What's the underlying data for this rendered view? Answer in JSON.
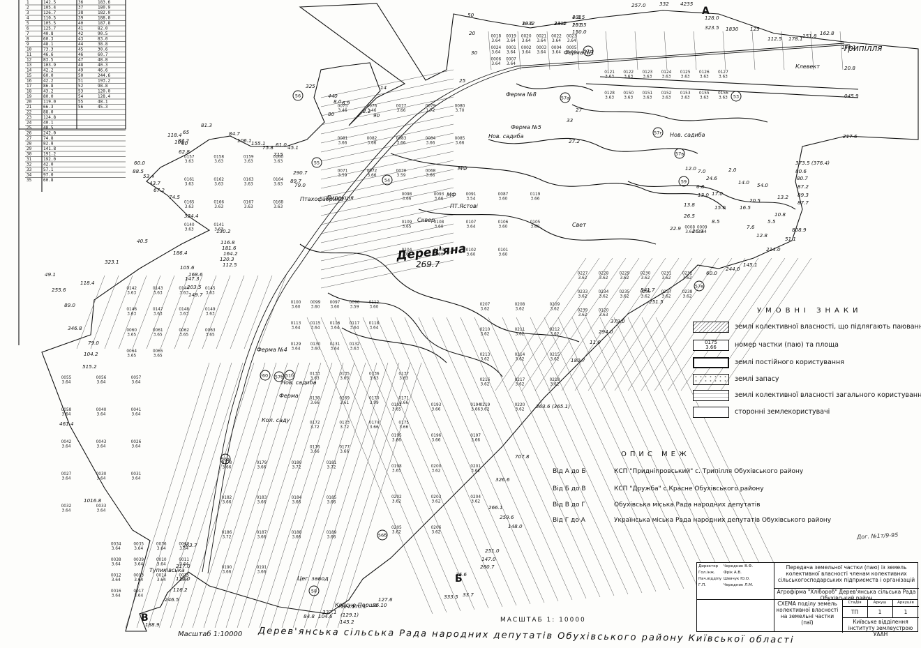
{
  "colors": {
    "ink": "#111111",
    "paper": "#fdfdfb"
  },
  "title": {
    "village": "Дерев'яна",
    "village_elev": "269.7",
    "footer": "Дерев'янська сільська Рада народних депутатів Обухівського району Київської області",
    "footer_scale": "Масштаб 1:10000",
    "scale": "МАСШТАБ 1: 10000",
    "triplia": "Трипілля"
  },
  "corners": {
    "a": "А",
    "b": "Б",
    "v": "В"
  },
  "legend": {
    "title": "УМОВНІ ЗНАКИ",
    "items": [
      "землі колективної власності, що підлягають паюванню",
      "номер частки (паю) та площа",
      "землі постійного користування",
      "землі запасу",
      "землі колективної власності загального користування",
      "сторонні землекористувачі"
    ],
    "sample_number": "0175",
    "sample_area": "3.66"
  },
  "boundaries": {
    "title": "ОПИС МЕЖ",
    "items": [
      {
        "from": "Від А до Б",
        "text": "КСП \"Придніпровський\" с. Трипілля Обухівського району"
      },
      {
        "from": "Від Б до В",
        "text": "КСП \"Дружба\" с.Красне Обухівського району"
      },
      {
        "from": "Від В до Г",
        "text": "Обухівська міська Рада народних депутатів"
      },
      {
        "from": "Від Г до А",
        "text": "Українська міська Рада народних депутатів Обухівського району"
      }
    ]
  },
  "title_block": {
    "main": "Передача земельної частки (паю) із земель колективної власності членам колективних сільськогосподарських підприємств і організацій",
    "org": "Агрофірма \"Хлібороб\" Дерев'янська сільська Рада Обухівський район",
    "scheme": "СХЕМА поділу земель колективної власності на земельні частки (паї)",
    "stage_h": "Стадія",
    "sheet_h": "Аркуш",
    "sheets_h": "Аркушів",
    "stage": "ТП",
    "sheet": "1",
    "sheets": "1",
    "institute": "Київське відділення інституту землеустрою УААН",
    "roles": [
      "Директор",
      "Гол.інж.",
      "Нач.відділу",
      "Г.П."
    ],
    "names": [
      "Чередник В.Ф.",
      "Фрік А.В.",
      "Шевчук Ю.О.",
      "Чередник Л.М."
    ]
  },
  "stamp": "Дог. №1т/9-95",
  "table_values": [
    "142.5",
    "105.4",
    "126.7",
    "110.5",
    "105.5",
    "125.7",
    "40.8",
    "60.3",
    "48.1",
    "73.3",
    "46.6",
    "83.5",
    "103.9",
    "42.2",
    "60.0",
    "42.2",
    "86.8",
    "43.2",
    "80.0",
    "119.0",
    "66.3",
    "88.0",
    "124.8",
    "40.1",
    "48.5",
    "242.0",
    "74.8",
    "82.8",
    "141.8",
    "191.2",
    "192.0",
    "42.0",
    "57.1",
    "97.0",
    "60.8"
  ],
  "table_values_b": [
    "183.6",
    "180.9",
    "182.0",
    "188.0",
    "187.8",
    "82.0",
    "90.5",
    "83.0",
    "38.8",
    "30.6",
    "60.7",
    "48.8",
    "40.3",
    "46.6",
    "244.6",
    "193.2",
    "98.8",
    "120.0",
    "128.4",
    "48.1",
    "45.3",
    "",
    "",
    "",
    "",
    "",
    "",
    "",
    "",
    "",
    "",
    "",
    "",
    "",
    ""
  ],
  "parcels": [
    {
      "n": "0075",
      "a": "3.46"
    },
    {
      "n": "0076",
      "a": "3.46"
    },
    {
      "n": "0077",
      "a": "3.66"
    },
    {
      "n": "0079",
      "a": "1.72"
    },
    {
      "n": "0080",
      "a": "3.70"
    },
    {
      "n": "0081",
      "a": "3.66"
    },
    {
      "n": "0082",
      "a": "3.66"
    },
    {
      "n": "0083",
      "a": "3.66"
    },
    {
      "n": "0084",
      "a": "3.66"
    },
    {
      "n": "0085",
      "a": "3.66"
    },
    {
      "n": "0071",
      "a": "3.59"
    },
    {
      "n": "0072",
      "a": "3.66"
    },
    {
      "n": "0070",
      "a": "3.59"
    },
    {
      "n": "0068",
      "a": "3.66"
    },
    {
      "n": "0098",
      "a": "3.66"
    },
    {
      "n": "0093",
      "a": "3.66"
    },
    {
      "n": "0091",
      "a": "3.54"
    },
    {
      "n": "0087",
      "a": "3.60"
    },
    {
      "n": "0119",
      "a": "3.66"
    },
    {
      "n": "0109",
      "a": "3.65"
    },
    {
      "n": "0108",
      "a": "3.60"
    },
    {
      "n": "0107",
      "a": "3.64"
    },
    {
      "n": "0106",
      "a": "3.60"
    },
    {
      "n": "0105",
      "a": "3.60"
    },
    {
      "n": "0104",
      "a": "3.66"
    },
    {
      "n": "0103",
      "a": "3.60"
    },
    {
      "n": "0102",
      "a": "3.60"
    },
    {
      "n": "0101",
      "a": "3.60"
    },
    {
      "n": "0100",
      "a": "3.60"
    },
    {
      "n": "0099",
      "a": "3.60"
    },
    {
      "n": "0097",
      "a": "3.60"
    },
    {
      "n": "0096",
      "a": "3.59"
    },
    {
      "n": "0112",
      "a": "3.60"
    },
    {
      "n": "0113",
      "a": "3.64"
    },
    {
      "n": "0115",
      "a": "3.64"
    },
    {
      "n": "0116",
      "a": "3.64"
    },
    {
      "n": "0117",
      "a": "3.64"
    },
    {
      "n": "0118",
      "a": "3.64"
    },
    {
      "n": "0129",
      "a": "3.64"
    },
    {
      "n": "0130",
      "a": "3.60"
    },
    {
      "n": "0131",
      "a": "3.64"
    },
    {
      "n": "0132",
      "a": "3.63"
    },
    {
      "n": "0133",
      "a": "3.63"
    },
    {
      "n": "0135",
      "a": "3.63"
    },
    {
      "n": "0136",
      "a": "3.63"
    },
    {
      "n": "0137",
      "a": "3.63"
    },
    {
      "n": "0138",
      "a": "3.66"
    },
    {
      "n": "0169",
      "a": "3.61"
    },
    {
      "n": "0170",
      "a": "3.99"
    },
    {
      "n": "0171",
      "a": "3.66"
    },
    {
      "n": "0172",
      "a": "3.72"
    },
    {
      "n": "0173",
      "a": "3.72"
    },
    {
      "n": "0174",
      "a": "3.66"
    },
    {
      "n": "0175",
      "a": "3.66"
    },
    {
      "n": "0176",
      "a": "3.66"
    },
    {
      "n": "0177",
      "a": "3.66"
    },
    {
      "n": "0178",
      "a": "3.66"
    },
    {
      "n": "0179",
      "a": "3.66"
    },
    {
      "n": "0180",
      "a": "3.72"
    },
    {
      "n": "0181",
      "a": "3.72"
    },
    {
      "n": "0182",
      "a": "3.66"
    },
    {
      "n": "0183",
      "a": "3.66"
    },
    {
      "n": "0184",
      "a": "3.66"
    },
    {
      "n": "0185",
      "a": "3.66"
    },
    {
      "n": "0186",
      "a": "3.72"
    },
    {
      "n": "0187",
      "a": "3.66"
    },
    {
      "n": "0188",
      "a": "3.66"
    },
    {
      "n": "0189",
      "a": "3.66"
    },
    {
      "n": "0190",
      "a": "3.66"
    },
    {
      "n": "0191",
      "a": "3.66"
    },
    {
      "n": "0192",
      "a": "3.65"
    },
    {
      "n": "0193",
      "a": "3.66"
    },
    {
      "n": "0194",
      "a": "3.66"
    },
    {
      "n": "0195",
      "a": "3.66"
    },
    {
      "n": "0196",
      "a": "3.66"
    },
    {
      "n": "0197",
      "a": "3.66"
    },
    {
      "n": "0198",
      "a": "3.65"
    },
    {
      "n": "0200",
      "a": "3.62"
    },
    {
      "n": "0201",
      "a": "3.62"
    },
    {
      "n": "0202",
      "a": "3.62"
    },
    {
      "n": "0203",
      "a": "3.62"
    },
    {
      "n": "0204",
      "a": "3.62"
    },
    {
      "n": "0205",
      "a": "3.62"
    },
    {
      "n": "0206",
      "a": "3.62"
    },
    {
      "n": "0207",
      "a": "3.62"
    },
    {
      "n": "0208",
      "a": "3.62"
    },
    {
      "n": "0209",
      "a": "3.62"
    },
    {
      "n": "0210",
      "a": "3.62"
    },
    {
      "n": "0211",
      "a": "3.62"
    },
    {
      "n": "0212",
      "a": "3.62"
    },
    {
      "n": "0213",
      "a": "3.62"
    },
    {
      "n": "0214",
      "a": "3.62"
    },
    {
      "n": "0215",
      "a": "3.62"
    },
    {
      "n": "0216",
      "a": "3.62"
    },
    {
      "n": "0217",
      "a": "3.62"
    },
    {
      "n": "0218",
      "a": "3.62"
    },
    {
      "n": "0219",
      "a": "3.62"
    },
    {
      "n": "0220",
      "a": "3.62"
    },
    {
      "n": "0227",
      "a": "3.62"
    },
    {
      "n": "0228",
      "a": "3.62"
    },
    {
      "n": "0229",
      "a": "3.62"
    },
    {
      "n": "0230",
      "a": "3.62"
    },
    {
      "n": "0231",
      "a": "3.62"
    },
    {
      "n": "0232",
      "a": "3.62"
    },
    {
      "n": "0233",
      "a": "3.62"
    },
    {
      "n": "0234",
      "a": "3.62"
    },
    {
      "n": "0235",
      "a": "3.62"
    },
    {
      "n": "0236",
      "a": "3.62"
    },
    {
      "n": "0237",
      "a": "3.62"
    },
    {
      "n": "0238",
      "a": "3.62"
    },
    {
      "n": "0239",
      "a": "3.62"
    },
    {
      "n": "0120",
      "a": "3.63"
    },
    {
      "n": "0121",
      "a": "3.63"
    },
    {
      "n": "0122",
      "a": "3.63"
    },
    {
      "n": "0123",
      "a": "3.63"
    },
    {
      "n": "0124",
      "a": "3.63"
    },
    {
      "n": "0125",
      "a": "3.63"
    },
    {
      "n": "0126",
      "a": "3.63"
    },
    {
      "n": "0127",
      "a": "3.63"
    },
    {
      "n": "0128",
      "a": "3.63"
    },
    {
      "n": "0150",
      "a": "3.63"
    },
    {
      "n": "0151",
      "a": "3.63"
    },
    {
      "n": "0152",
      "a": "3.63"
    },
    {
      "n": "0153",
      "a": "3.63"
    },
    {
      "n": "0155",
      "a": "3.63"
    },
    {
      "n": "0156",
      "a": "3.63"
    },
    {
      "n": "0157",
      "a": "3.63"
    },
    {
      "n": "0158",
      "a": "3.63"
    },
    {
      "n": "0159",
      "a": "3.63"
    },
    {
      "n": "0160",
      "a": "3.63"
    },
    {
      "n": "0161",
      "a": "3.63"
    },
    {
      "n": "0162",
      "a": "3.63"
    },
    {
      "n": "0163",
      "a": "3.63"
    },
    {
      "n": "0164",
      "a": "3.63"
    },
    {
      "n": "0165",
      "a": "3.63"
    },
    {
      "n": "0166",
      "a": "3.63"
    },
    {
      "n": "0167",
      "a": "3.63"
    },
    {
      "n": "0168",
      "a": "3.63"
    },
    {
      "n": "0140",
      "a": "3.63"
    },
    {
      "n": "0141",
      "a": "3.63"
    },
    {
      "n": "0142",
      "a": "3.63"
    },
    {
      "n": "0143",
      "a": "3.63"
    },
    {
      "n": "0144",
      "a": "3.63"
    },
    {
      "n": "0145",
      "a": "3.63"
    },
    {
      "n": "0146",
      "a": "3.63"
    },
    {
      "n": "0147",
      "a": "3.63"
    },
    {
      "n": "0148",
      "a": "3.63"
    },
    {
      "n": "0149",
      "a": "3.63"
    },
    {
      "n": "0060",
      "a": "3.65"
    },
    {
      "n": "0061",
      "a": "3.65"
    },
    {
      "n": "0062",
      "a": "3.65"
    },
    {
      "n": "0063",
      "a": "3.65"
    },
    {
      "n": "0064",
      "a": "3.65"
    },
    {
      "n": "0065",
      "a": "3.65"
    },
    {
      "n": "0055",
      "a": "3.64"
    },
    {
      "n": "0056",
      "a": "3.64"
    },
    {
      "n": "0057",
      "a": "3.64"
    },
    {
      "n": "0058",
      "a": "3.64"
    },
    {
      "n": "0040",
      "a": "3.64"
    },
    {
      "n": "0041",
      "a": "3.64"
    },
    {
      "n": "0042",
      "a": "3.64"
    },
    {
      "n": "0043",
      "a": "3.64"
    },
    {
      "n": "0026",
      "a": "3.64"
    },
    {
      "n": "0027",
      "a": "3.64"
    },
    {
      "n": "0030",
      "a": "3.64"
    },
    {
      "n": "0031",
      "a": "3.64"
    },
    {
      "n": "0032",
      "a": "3.64"
    },
    {
      "n": "0033",
      "a": "3.64"
    },
    {
      "n": "0034",
      "a": "3.64"
    },
    {
      "n": "0035",
      "a": "3.64"
    },
    {
      "n": "0036",
      "a": "3.64"
    },
    {
      "n": "0037",
      "a": "3.64"
    },
    {
      "n": "0038",
      "a": "3.64"
    },
    {
      "n": "0039",
      "a": "3.64"
    },
    {
      "n": "0010",
      "a": "3.64"
    },
    {
      "n": "0011",
      "a": "3.64"
    },
    {
      "n": "0012",
      "a": "3.64"
    },
    {
      "n": "0013",
      "a": "3.64"
    },
    {
      "n": "0014",
      "a": "3.64"
    },
    {
      "n": "0015",
      "a": "3.64"
    },
    {
      "n": "0016",
      "a": "3.64"
    },
    {
      "n": "0017",
      "a": "3.64"
    },
    {
      "n": "0018",
      "a": "3.64"
    },
    {
      "n": "0019",
      "a": "3.64"
    },
    {
      "n": "0020",
      "a": "3.64"
    },
    {
      "n": "0021",
      "a": "3.64"
    },
    {
      "n": "0022",
      "a": "3.64"
    },
    {
      "n": "0023",
      "a": "3.64"
    },
    {
      "n": "0024",
      "a": "3.64"
    },
    {
      "n": "0001",
      "a": "3.64"
    },
    {
      "n": "0002",
      "a": "3.64"
    },
    {
      "n": "0003",
      "a": "3.64"
    },
    {
      "n": "0004",
      "a": "3.64"
    },
    {
      "n": "0005",
      "a": "3.64"
    },
    {
      "n": "0006",
      "a": "3.64"
    },
    {
      "n": "0007",
      "a": "3.64"
    },
    {
      "n": "0008",
      "a": "3.64"
    },
    {
      "n": "0009",
      "a": "3.64"
    }
  ],
  "dimensions": [
    "1932",
    "2412",
    "1015",
    "251.5",
    "150.0",
    "257.0",
    "332",
    "4235",
    "128.0",
    "323.5",
    "1830",
    "125",
    "112.5",
    "178.1",
    "151.8",
    "162.8",
    "146.1",
    "20.8",
    "045.9",
    "217.6",
    "373.5 (376.4)",
    "80.6",
    "80.7",
    "87.2",
    "89.3",
    "87.7",
    "808.9",
    "51.1",
    "214.0",
    "145.1",
    "244.0",
    "60.0",
    "541.7",
    "251.5",
    "379.0",
    "294.0",
    "11.0",
    "180.7",
    "363.6 (365.1)",
    "707.8",
    "326.6",
    "266.1",
    "259.6",
    "148.0",
    "251.0",
    "147.0",
    "260.7",
    "35.6",
    "333.5",
    "33.7",
    "127.6",
    "96.10",
    "170.1",
    "124.5",
    "(129.1)",
    "145.2",
    "337.1",
    "104.6",
    "84.8",
    "263.7",
    "217.0",
    "110.0",
    "116.2",
    "246.5",
    "188.9",
    "1016.8",
    "461.4",
    "515.2",
    "104.2",
    "79.0",
    "346.8",
    "89.0",
    "255.6",
    "118.4",
    "49.1",
    "323.1",
    "40.5",
    "186.4",
    "105.6",
    "168.6",
    "147.3",
    "203.5",
    "149.7",
    "130.2",
    "116.8",
    "181.6",
    "164.2",
    "120.3",
    "112.5",
    "334.4",
    "74.5",
    "67.2",
    "43.7",
    "53.4",
    "88.5",
    "60.0",
    "118.4",
    "87.2",
    "81.3",
    "84.7",
    "106.1",
    "155.1",
    "75.8",
    "715",
    "61.0",
    "45.1",
    "290.7",
    "89.7",
    "79.0",
    "62.8",
    "100",
    "65",
    "60",
    "50",
    "20",
    "30",
    "25",
    "325",
    "440",
    "80",
    "8.0",
    "6.9",
    "2.2",
    "90",
    "14",
    "33",
    "27",
    "27.2",
    "15.0",
    "12.8",
    "10.8",
    "7.0",
    "6.8",
    "2.0",
    "8.5",
    "13.0",
    "16.5",
    "7.6",
    "5.5",
    "20.5",
    "13.2",
    "54.0",
    "24.6",
    "12.0",
    "14.0",
    "13.8",
    "26.5",
    "22.9",
    "26.9",
    "17.0",
    "30.5",
    "33.4",
    "4.8",
    "10.5"
  ],
  "place_labels": [
    "Ферма №8",
    "Ферма №5",
    "Ферма №4",
    "МФ",
    "МФ",
    "ПТ.Ястові",
    "Сквер",
    "Свет",
    "Дерев'яна",
    "Клевект",
    "Красне Перше",
    "Тупиківська",
    "Цег. завод",
    "Нов. садиба",
    "Нов. садиба",
    "Нов. садиба",
    "Ферма №1",
    "Кол. саду",
    "Ферма",
    "Дирекція",
    "Птахофабрика"
  ],
  "codes": [
    "57д",
    "56",
    "55",
    "54",
    "53",
    "60",
    "57б",
    "57в",
    "57г",
    "57а",
    "57е",
    "58",
    "56а",
    "56б",
    "51б",
    "59"
  ]
}
